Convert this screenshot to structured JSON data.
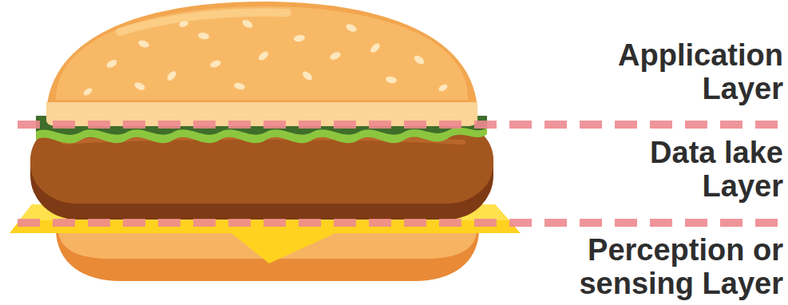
{
  "diagram": {
    "labels": [
      "Application Layer",
      "Data lake Layer",
      "Perception or sensing Layer"
    ]
  }
}
